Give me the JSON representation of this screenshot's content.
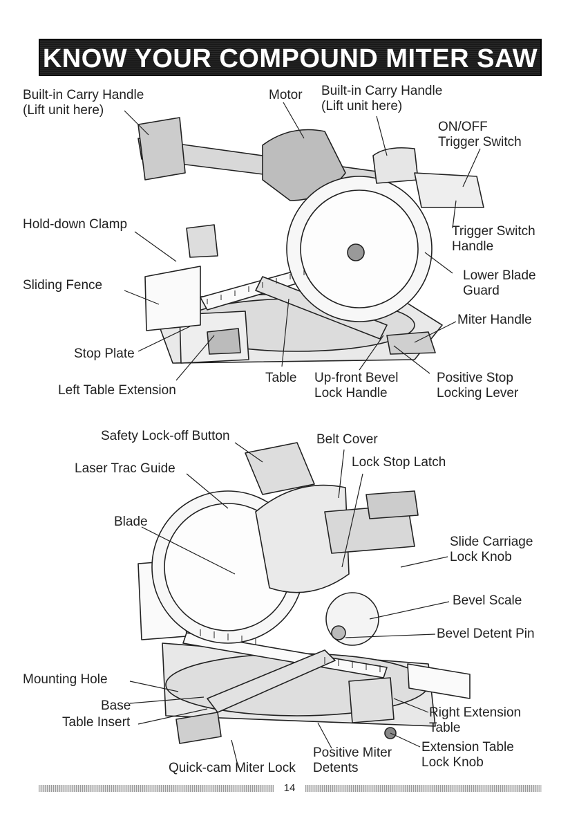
{
  "header": {
    "title": "KNOW YOUR COMPOUND MITER SAW"
  },
  "top_diagram": {
    "labels": [
      {
        "id": "carry-handle-left",
        "lines": [
          "Built-in Carry Handle",
          "(Lift unit here)"
        ]
      },
      {
        "id": "motor",
        "lines": [
          "Motor"
        ]
      },
      {
        "id": "carry-handle-right",
        "lines": [
          "Built-in Carry Handle",
          "(Lift unit here)"
        ]
      },
      {
        "id": "on-off-trigger",
        "lines": [
          "ON/OFF",
          "Trigger Switch"
        ]
      },
      {
        "id": "hold-down-clamp",
        "lines": [
          "Hold-down Clamp"
        ]
      },
      {
        "id": "trigger-switch-handle",
        "lines": [
          "Trigger Switch",
          "Handle"
        ]
      },
      {
        "id": "sliding-fence",
        "lines": [
          "Sliding Fence"
        ]
      },
      {
        "id": "lower-blade-guard",
        "lines": [
          "Lower Blade",
          "Guard"
        ]
      },
      {
        "id": "miter-handle",
        "lines": [
          "Miter Handle"
        ]
      },
      {
        "id": "stop-plate",
        "lines": [
          "Stop Plate"
        ]
      },
      {
        "id": "table",
        "lines": [
          "Table"
        ]
      },
      {
        "id": "up-front-bevel",
        "lines": [
          "Up-front Bevel",
          "Lock Handle"
        ]
      },
      {
        "id": "positive-stop",
        "lines": [
          "Positive Stop",
          "Locking Lever"
        ]
      },
      {
        "id": "left-table-extension",
        "lines": [
          "Left Table Extension"
        ]
      }
    ]
  },
  "bottom_diagram": {
    "labels": [
      {
        "id": "safety-lock-off",
        "lines": [
          "Safety Lock-off Button"
        ]
      },
      {
        "id": "belt-cover",
        "lines": [
          "Belt Cover"
        ]
      },
      {
        "id": "laser-trac",
        "lines": [
          "Laser Trac Guide"
        ]
      },
      {
        "id": "lock-stop-latch",
        "lines": [
          "Lock Stop Latch"
        ]
      },
      {
        "id": "blade",
        "lines": [
          "Blade"
        ]
      },
      {
        "id": "slide-carriage",
        "lines": [
          "Slide Carriage",
          "Lock Knob"
        ]
      },
      {
        "id": "bevel-scale",
        "lines": [
          "Bevel Scale"
        ]
      },
      {
        "id": "bevel-detent",
        "lines": [
          "Bevel Detent Pin"
        ]
      },
      {
        "id": "mounting-hole",
        "lines": [
          "Mounting Hole"
        ]
      },
      {
        "id": "base",
        "lines": [
          "Base"
        ]
      },
      {
        "id": "table-insert",
        "lines": [
          "Table Insert"
        ]
      },
      {
        "id": "right-extension",
        "lines": [
          "Right Extension",
          "Table"
        ]
      },
      {
        "id": "positive-miter",
        "lines": [
          "Positive Miter",
          "Detents"
        ]
      },
      {
        "id": "extension-lock",
        "lines": [
          "Extension Table",
          "Lock Knob"
        ]
      },
      {
        "id": "quick-cam",
        "lines": [
          "Quick-cam Miter Lock"
        ]
      }
    ]
  },
  "footer": {
    "page_number": "14"
  }
}
